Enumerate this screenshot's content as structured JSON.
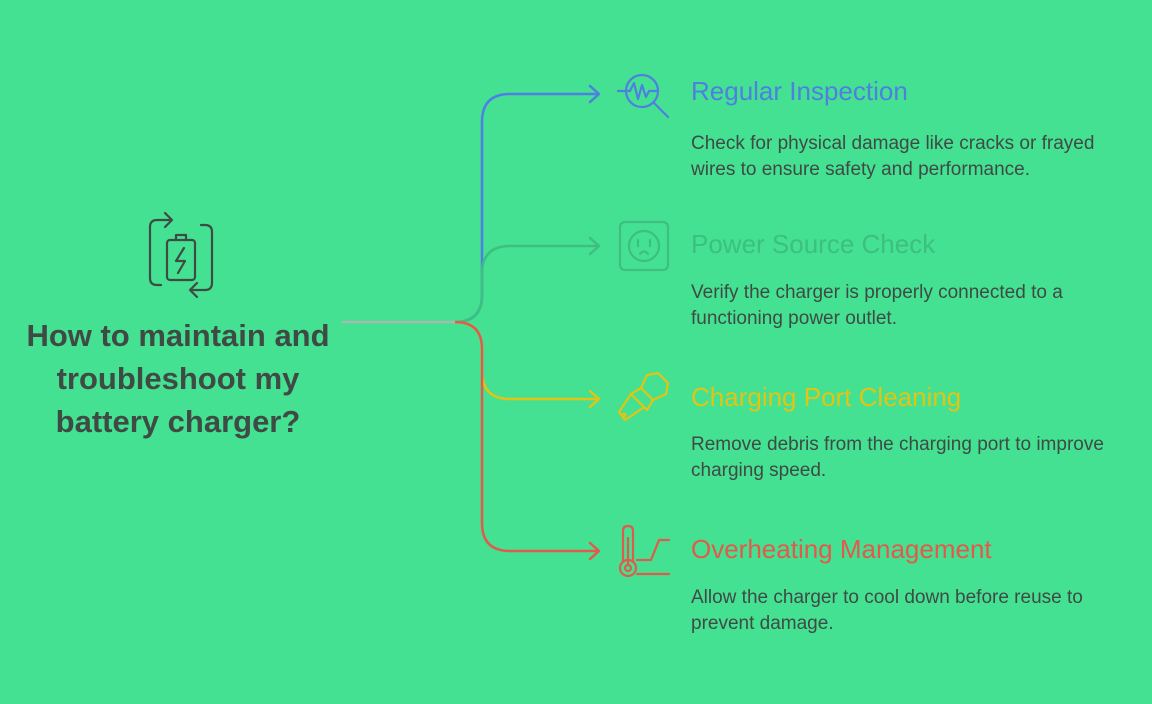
{
  "main": {
    "title": "How to maintain and troubleshoot my battery charger?",
    "icon": "battery-recycle-icon"
  },
  "branches": [
    {
      "title": "Regular Inspection",
      "description": "Check for physical damage like cracks or frayed wires to ensure safety and performance.",
      "color": "#4f7fe0",
      "icon": "magnifier-waveform-icon"
    },
    {
      "title": "Power Source Check",
      "description": "Verify the charger is properly connected to a functioning power outlet.",
      "color": "#3dbf7f",
      "icon": "power-outlet-icon"
    },
    {
      "title": "Charging Port Cleaning",
      "description": "Remove debris from the charging port to improve charging speed.",
      "color": "#e2c414",
      "icon": "brush-icon"
    },
    {
      "title": "Overheating Management",
      "description": "Allow the charger to cool down before reuse to prevent damage.",
      "color": "#e25a4c",
      "icon": "thermometer-icon"
    }
  ]
}
